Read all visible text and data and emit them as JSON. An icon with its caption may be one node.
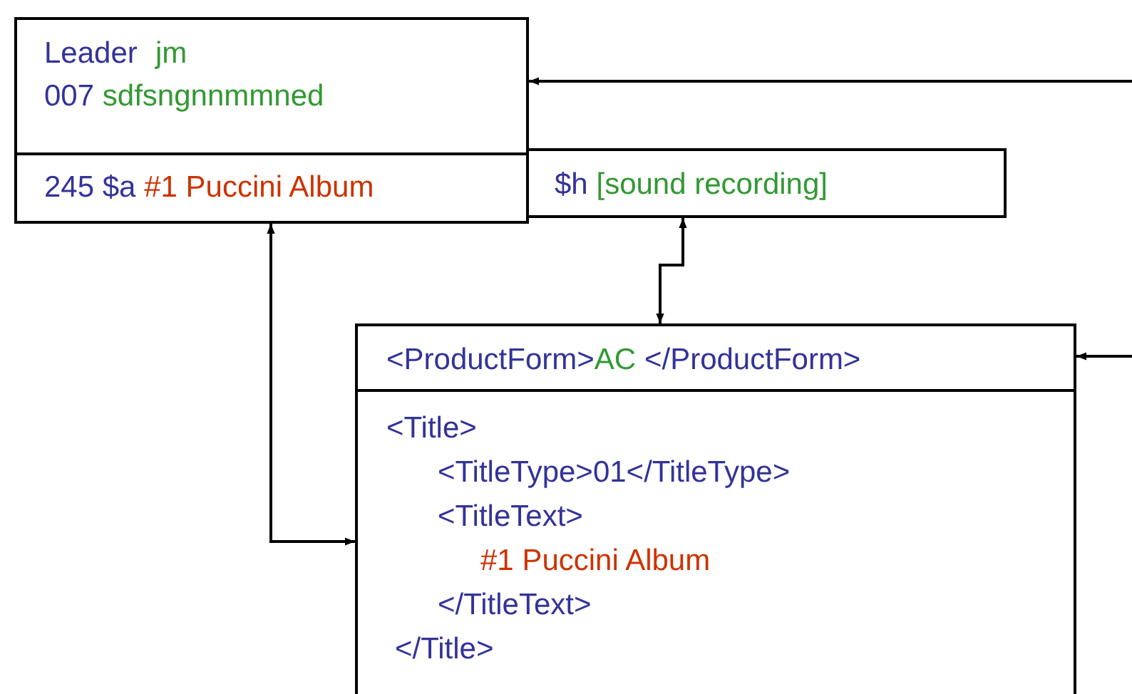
{
  "diagram": {
    "nodes": [
      {
        "text": [
          "Leader",
          "jm",
          "007",
          "sdfsngnnmmned"
        ]
      },
      {
        "text": [
          "245 $a",
          "#1 Puccini Album"
        ]
      },
      {
        "text": [
          "$h",
          "[sound recording]"
        ]
      },
      {
        "text": [
          "<ProductForm>",
          "AC",
          "</ProductForm>"
        ]
      },
      {
        "text": [
          "<Title>",
          "<TitleType>01</TitleType>",
          "<TitleText>",
          "#1 Puccini Album",
          "</TitleText>",
          "</Title>"
        ]
      }
    ],
    "edges": [
      {
        "from": null,
        "to": 0,
        "arrow": "to"
      },
      {
        "from": 4,
        "to": 1,
        "arrow": "both"
      },
      {
        "from": 2,
        "to": 3,
        "arrow": "both"
      },
      {
        "from": null,
        "to": 3,
        "arrow": "to"
      }
    ]
  }
}
